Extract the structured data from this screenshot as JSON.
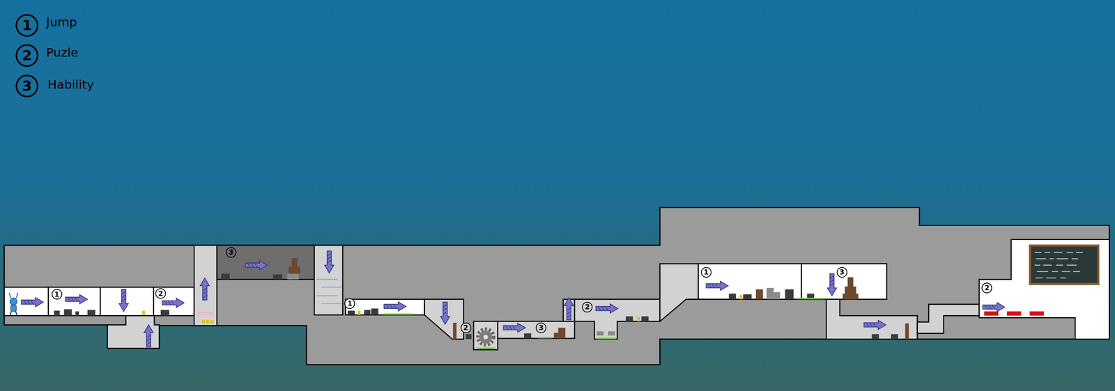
{
  "diagram": {
    "labels": [
      "1",
      "2",
      "3",
      "1",
      "2",
      "3",
      "1",
      "2",
      "3",
      "2",
      "1",
      "3",
      "2"
    ],
    "legend": [
      {
        "text": "Jump"
      },
      {
        "text": "Puzle"
      },
      {
        "text": "Hability"
      }
    ]
  }
}
